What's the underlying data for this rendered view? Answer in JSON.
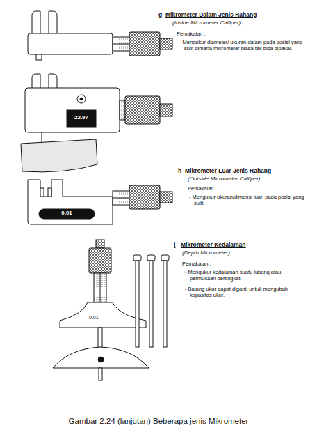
{
  "diagram": {
    "caption": "Gambar 2.24 (lanjutan) Beberapa jenis Mikrometer",
    "labels": [
      "g",
      "Mikrometer Dalam Jenis Rahang",
      "(Inside Micrometer Calliper)",
      "Pemakaian :",
      "- Mengukur diameter/ ukuran dalam pada posisi yang sulit dimana mikrometer biasa tak bisa dipakai.",
      "22.97",
      "h",
      "Mikrometer Luar Jenis Rahang",
      "(Outside Micrometer Calliper)",
      "Pemakaian :",
      "- Mengukur ukuran/dimensi luar, pada posisi yang sulit.",
      "0.01",
      "i",
      "Mikrometer Kedalaman",
      "(Depth Micrometer)",
      "Pemakaian :",
      "- Mengukur kedalaman suatu lubang atau permukaan bertingkat",
      "- Batang ukur dapat diganti untuk mengubah kapasitas ukur.",
      "0.01"
    ]
  }
}
